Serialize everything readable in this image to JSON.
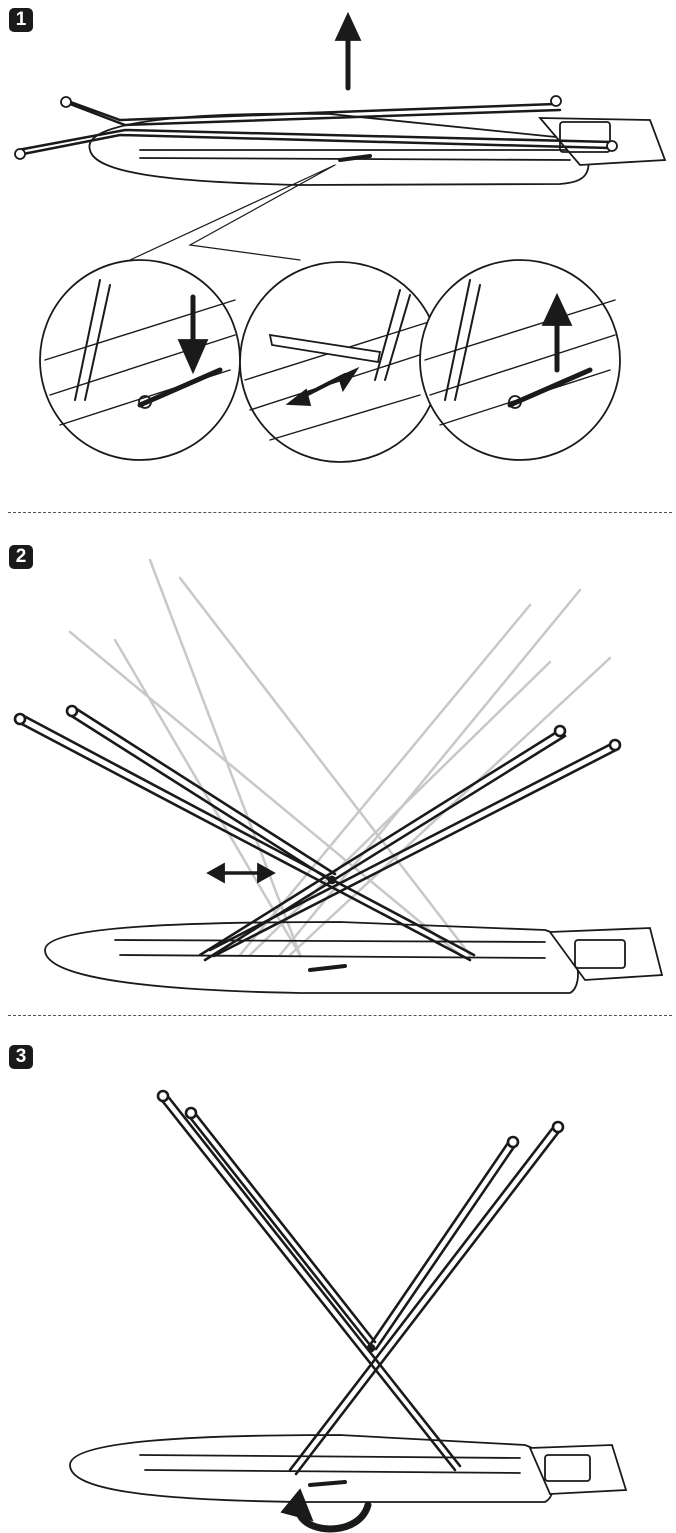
{
  "steps": [
    {
      "number": "1"
    },
    {
      "number": "2"
    },
    {
      "number": "3"
    }
  ],
  "colors": {
    "ink": "#1a1a1a",
    "faded": "#c8c8c8"
  }
}
